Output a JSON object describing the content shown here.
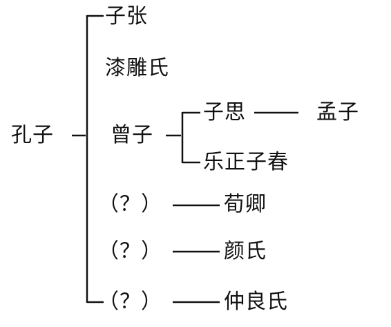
{
  "root": "孔子",
  "branches": [
    {
      "label": "子张"
    },
    {
      "label": "漆雕氏"
    },
    {
      "label": "曾子",
      "children": [
        {
          "label": "子思",
          "successor": "孟子"
        },
        {
          "label": "乐正子春"
        }
      ]
    },
    {
      "label": "（？）",
      "successor": "荀卿"
    },
    {
      "label": "（？）",
      "successor": "颜氏"
    },
    {
      "label": "（？）",
      "successor": "仲良氏"
    }
  ]
}
